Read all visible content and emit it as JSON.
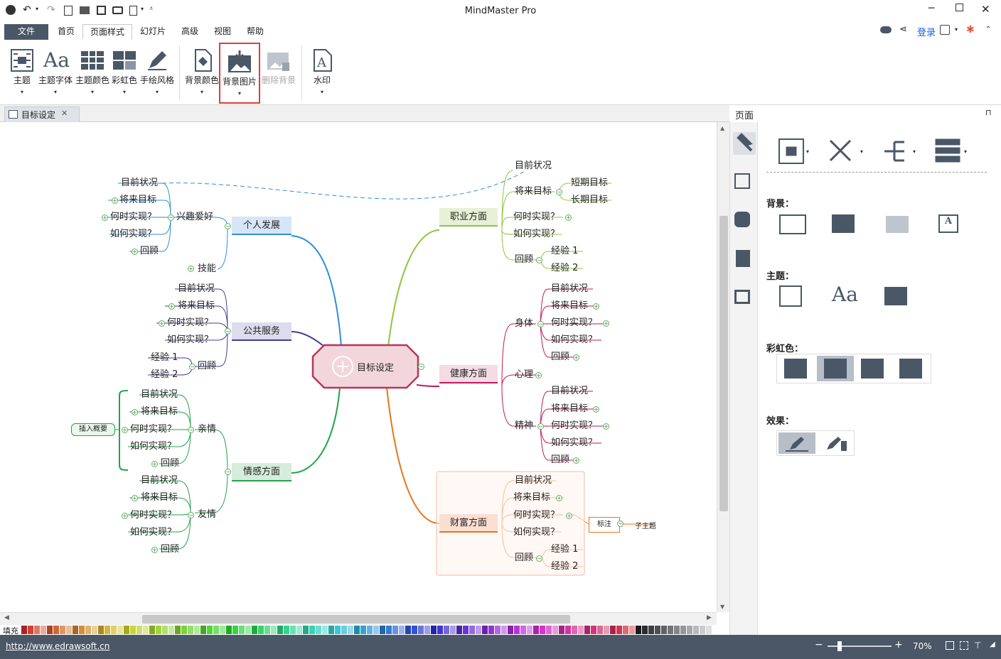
{
  "app_title": "MindMaster Pro",
  "menu": {
    "file": "文件",
    "tabs": [
      "首页",
      "页面样式",
      "幻灯片",
      "高级",
      "视图",
      "帮助"
    ],
    "login": "登录"
  },
  "ribbon": {
    "theme": "主题",
    "theme_font": "主题字体",
    "theme_color": "主题颜色",
    "rainbow": "彩虹色",
    "hand_drawn": "手绘风格",
    "bg_color": "背景颜色",
    "bg_image": "背景图片",
    "remove_bg": "删除背景",
    "watermark": "水印"
  },
  "doc_tab": {
    "label": "目标设定",
    "close": "✕"
  },
  "panel": {
    "title": "页面",
    "background": "背景：",
    "theme": "主题：",
    "rainbow": "彩虹色：",
    "effect": "效果：",
    "pin": "⊓"
  },
  "status": {
    "url": "http://www.edrawsoft.cn",
    "zoom": "70%"
  },
  "palette_label": "填充",
  "map": {
    "center": "目标设定",
    "personal": {
      "title": "个人发展",
      "hobby": "兴趣爱好",
      "current": "目前状况",
      "future": "将来目标",
      "when": "何时实现？",
      "how": "如何实现？",
      "review": "回顾",
      "skill": "技能"
    },
    "public": {
      "title": "公共服务",
      "current": "目前状况",
      "future": "将来目标",
      "when": "何时实现？",
      "how": "如何实现？",
      "review": "回顾",
      "exp1": "经验 1",
      "exp2": "经验 2"
    },
    "emotion": {
      "title": "情感方面",
      "family": "亲情",
      "friend": "友情",
      "current": "目前状况",
      "future": "将来目标",
      "when": "何时实现？",
      "how": "如何实现？",
      "review": "回顾",
      "summary": "插入概要"
    },
    "career": {
      "title": "职业方面",
      "current": "目前状况",
      "future": "将来目标",
      "short": "短期目标",
      "long": "长期目标",
      "when": "何时实现？",
      "how": "如何实现？",
      "review": "回顾",
      "exp1": "经验 1",
      "exp2": "经验 2"
    },
    "health": {
      "title": "健康方面",
      "body": "身体",
      "mind": "心理",
      "spirit": "精神",
      "current": "目前状况",
      "future": "将来目标",
      "when": "何时实现？",
      "how": "如何实现？",
      "review": "回顾"
    },
    "wealth": {
      "title": "财富方面",
      "current": "目前状况",
      "future": "将来目标",
      "when": "何时实现？",
      "how": "如何实现？",
      "review": "回顾",
      "exp1": "经验 1",
      "exp2": "经验 2",
      "note": "标注",
      "subtopic": "子主题"
    }
  }
}
